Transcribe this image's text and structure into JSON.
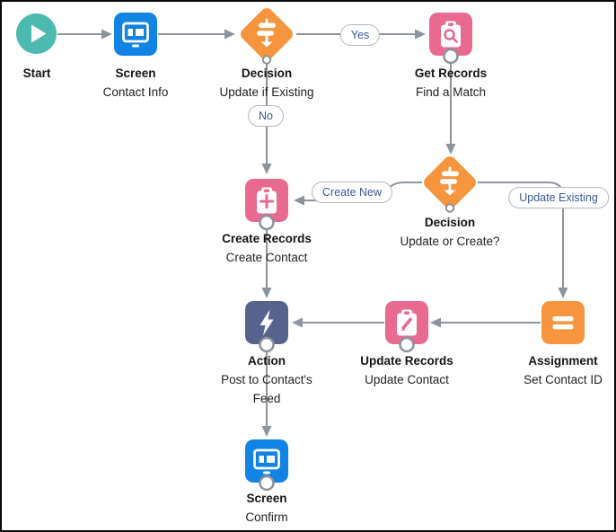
{
  "diagram": {
    "type": "flowchart",
    "tool": "flow-builder-canvas",
    "colors": {
      "start_teal": "#4CBAB0",
      "screen_blue": "#1183E3",
      "decision_orange": "#F6953E",
      "records_pink": "#E96A91",
      "action_navy": "#55638D",
      "wire_gray": "#8E949D",
      "port_stroke": "#8B929B",
      "pill_border": "#B3BAC2",
      "pill_text": "#3A5A97",
      "canvas_bg": "#FFFFFF",
      "frame_border": "#0A0A0A"
    }
  },
  "nodes": [
    {
      "id": "start",
      "type": "start",
      "icon": "play-icon",
      "label": "Start",
      "sublabel": ""
    },
    {
      "id": "screen-1",
      "type": "screen",
      "icon": "screen-monitor-icon",
      "label": "Screen",
      "sublabel": "Contact Info"
    },
    {
      "id": "decision-1",
      "type": "decision",
      "icon": "signpost-icon",
      "label": "Decision",
      "sublabel": "Update if Existing"
    },
    {
      "id": "get-records",
      "type": "get-records",
      "icon": "clipboard-search-icon",
      "label": "Get Records",
      "sublabel": "Find a Match"
    },
    {
      "id": "decision-2",
      "type": "decision",
      "icon": "signpost-icon",
      "label": "Decision",
      "sublabel": "Update or Create?"
    },
    {
      "id": "create-records",
      "type": "create-records",
      "icon": "clipboard-plus-icon",
      "label": "Create Records",
      "sublabel": "Create Contact"
    },
    {
      "id": "assignment",
      "type": "assignment",
      "icon": "equals-icon",
      "label": "Assignment",
      "sublabel": "Set Contact ID"
    },
    {
      "id": "update-records",
      "type": "update-records",
      "icon": "clipboard-pencil-icon",
      "label": "Update Records",
      "sublabel": "Update Contact"
    },
    {
      "id": "action",
      "type": "action",
      "icon": "lightning-icon",
      "label": "Action",
      "sublabel": "Post to Contact's Feed"
    },
    {
      "id": "screen-2",
      "type": "screen",
      "icon": "screen-monitor-icon",
      "label": "Screen",
      "sublabel": "Confirm"
    }
  ],
  "connector_labels": [
    {
      "id": "yes",
      "text": "Yes"
    },
    {
      "id": "no",
      "text": "No"
    },
    {
      "id": "create-new",
      "text": "Create New"
    },
    {
      "id": "update-existing",
      "text": "Update Existing"
    }
  ]
}
